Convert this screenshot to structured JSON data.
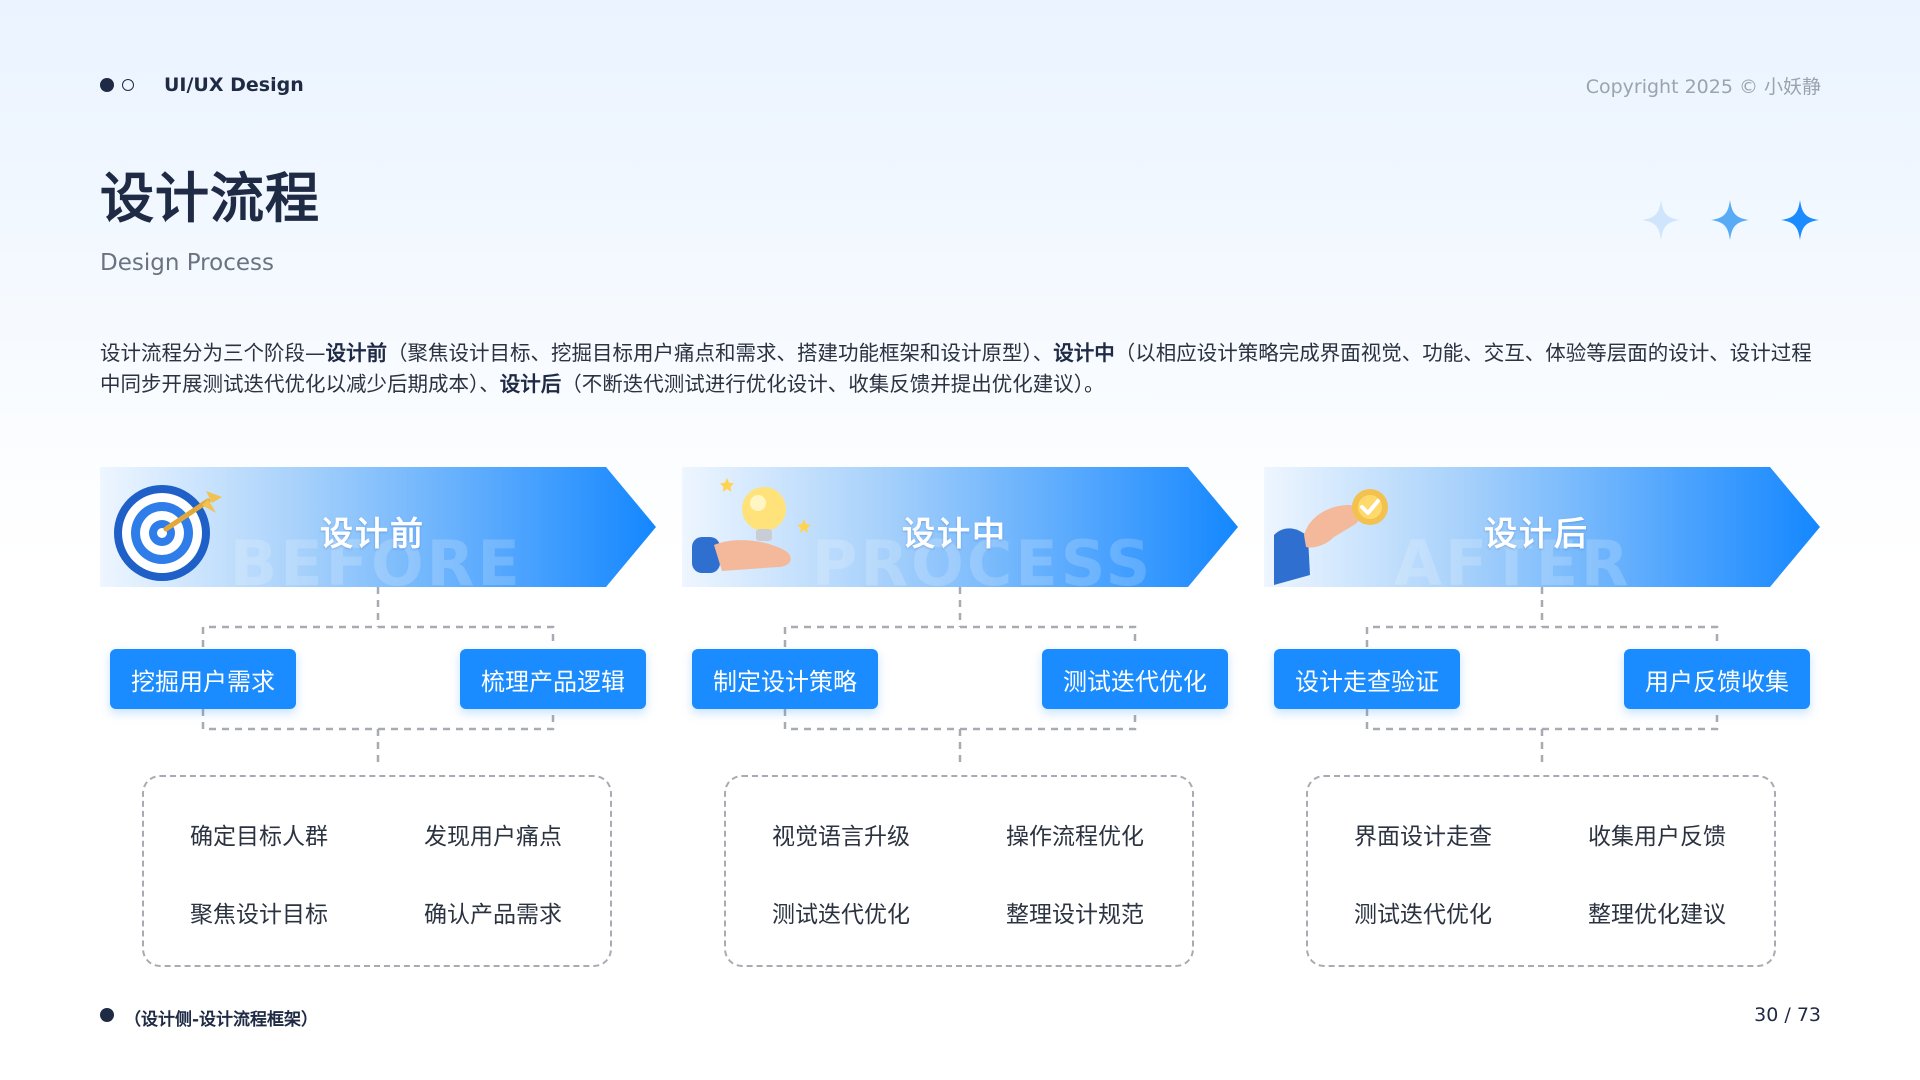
{
  "header": {
    "brand": "UI/UX Design",
    "copyright": "Copyright 2025  ©  小妖静"
  },
  "title": "设计流程",
  "subtitle": "Design Process",
  "description": {
    "p1": "设计流程分为三个阶段—",
    "b1": "设计前",
    "p2": "（聚焦设计目标、挖掘目标用户痛点和需求、搭建功能框架和设计原型）、",
    "b2": "设计中",
    "p3": "（以相应设计策略完成界面视觉、功能、交互、体验等层面的设计、设计过程中同步开展测试迭代优化以减少后期成本）、",
    "b3": "设计后",
    "p4": "（不断迭代测试进行优化设计、收集反馈并提出优化建议）。"
  },
  "phases": [
    {
      "title": "设计前",
      "watermark": "BEFORE",
      "icon": "target-dart-icon",
      "tags": [
        "挖掘用户需求",
        "梳理产品逻辑"
      ],
      "items": [
        "确定目标人群",
        "发现用户痛点",
        "聚焦设计目标",
        "确认产品需求"
      ]
    },
    {
      "title": "设计中",
      "watermark": "PROCESS",
      "icon": "lightbulb-hand-icon",
      "tags": [
        "制定设计策略",
        "测试迭代优化"
      ],
      "items": [
        "视觉语言升级",
        "操作流程优化",
        "测试迭代优化",
        "整理设计规范"
      ]
    },
    {
      "title": "设计后",
      "watermark": "AFTER",
      "icon": "check-coin-hand-icon",
      "tags": [
        "设计走查验证",
        "用户反馈收集"
      ],
      "items": [
        "界面设计走查",
        "收集用户反馈",
        "测试迭代优化",
        "整理优化建议"
      ]
    }
  ],
  "footer": {
    "section": "（设计侧-设计流程框架）",
    "page": "30 / 73"
  },
  "colors": {
    "accent": "#1a8cff",
    "dark": "#1f2a44",
    "muted": "#9aa3af"
  }
}
